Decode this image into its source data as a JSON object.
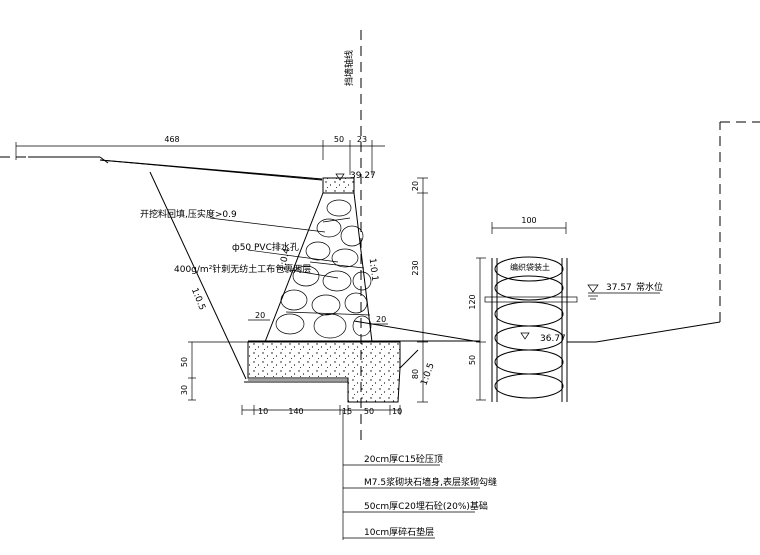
{
  "labels": {
    "axis_label": "挡墙轴线",
    "dim_468": "468",
    "dim_50_top": "50",
    "dim_23": "23",
    "elev_top": "39.27",
    "backfill_note": "开挖料回填,压实度>0.9",
    "pvc_note": "ф50 PVC排水孔",
    "geotextile_note": "400g/m²针刺无纺土工布包裹两层",
    "slope_14": "1:0.4",
    "slope_105_left": "1:0.5",
    "slope_105_right": "1:0.5",
    "slope_101": "1:0.1",
    "dim_20_left": "20",
    "dim_20_right": "20",
    "dim_50_left": "50",
    "dim_30_left": "30",
    "dim_20_v": "20",
    "dim_230_v": "230",
    "dim_80_v": "80",
    "dim_10_b1": "10",
    "dim_140_b": "140",
    "dim_15_b": "15",
    "dim_50_b": "50",
    "dim_10_b2": "10",
    "dim_100_gabion": "100",
    "dim_120_gabion": "120",
    "dim_50_gabion": "50",
    "gabion_label": "编织袋装土",
    "water_elev": "37.57",
    "water_label": "常水位",
    "elev_bottom": "36.77",
    "legend_1": "20cm厚C15砼压顶",
    "legend_2": "M7.5浆砌块石墙身,表层浆砌勾缝",
    "legend_3": "50cm厚C20埋石砼(20%)基础",
    "legend_4": "10cm厚碎石垫层"
  }
}
